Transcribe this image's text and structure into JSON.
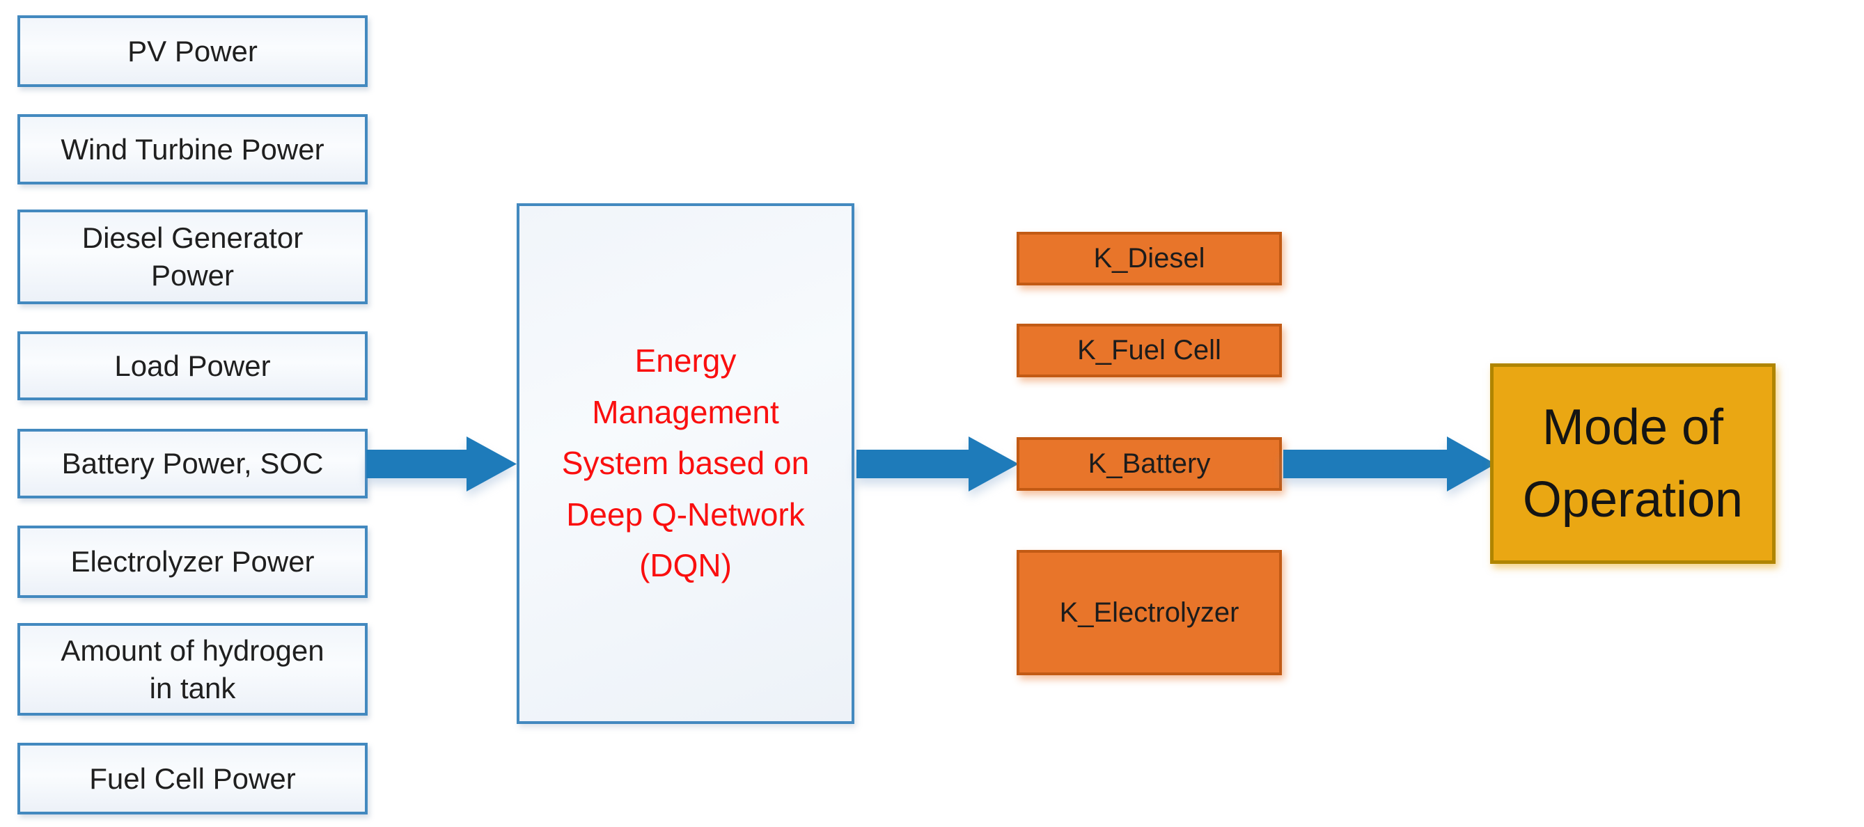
{
  "diagram": {
    "title_semantic": "Energy management system DQN block diagram",
    "inputs": [
      {
        "label": "PV Power"
      },
      {
        "label": "Wind Turbine Power"
      },
      {
        "label": "Diesel Generator Power"
      },
      {
        "label": "Load Power"
      },
      {
        "label": "Battery Power, SOC"
      },
      {
        "label": "Electrolyzer Power"
      },
      {
        "label": "Amount of hydrogen in tank"
      },
      {
        "label": "Fuel Cell Power"
      }
    ],
    "ems": {
      "lines": [
        "Energy",
        "Management",
        "System based on",
        "Deep Q-Network",
        "(DQN)"
      ],
      "full_text": "Energy Management System based on Deep Q-Network (DQN)"
    },
    "outputs": [
      {
        "label": "K_Diesel"
      },
      {
        "label": "K_Fuel Cell"
      },
      {
        "label": "K_Battery"
      },
      {
        "label": "K_Electrolyzer"
      }
    ],
    "mode": {
      "lines": [
        "Mode of",
        "Operation"
      ],
      "full_text": "Mode of Operation"
    },
    "colors": {
      "input_border": "#4389BF",
      "arrow": "#1E7BBA",
      "output_fill": "#E8752A",
      "output_border": "#C25A14",
      "mode_fill": "#EAA713",
      "mode_border": "#B08500",
      "ems_text": "#FA0F0F"
    }
  }
}
